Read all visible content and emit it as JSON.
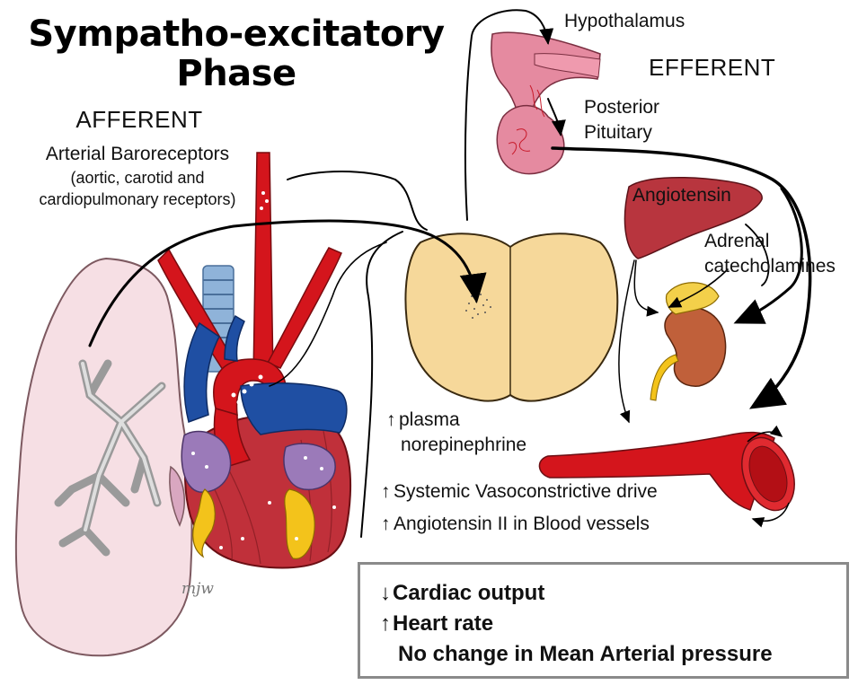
{
  "title": {
    "line1": "Sympatho-excitatory",
    "line2": "Phase"
  },
  "afferent": {
    "header": "AFFERENT",
    "receptors_title": "Arterial Baroreceptors",
    "receptors_detail_1": "(aortic, carotid and",
    "receptors_detail_2": "cardiopulmonary receptors)"
  },
  "efferent": {
    "header": "EFFERENT",
    "hypothalamus": "Hypothalamus",
    "posterior": "Posterior",
    "pituitary": "Pituitary",
    "angiotensin": "Angiotensin",
    "adrenal": "Adrenal",
    "catecholamines": "catecholamines"
  },
  "effects": {
    "plasma": "plasma",
    "norepinephrine": "norepinephrine",
    "vasoconstrictive": "Systemic Vasoconstrictive drive",
    "angiotensin_vessels": "Angiotensin II in Blood vessels"
  },
  "summary": {
    "cardiac_output": "Cardiac output",
    "heart_rate": "Heart rate",
    "map": "No change in Mean Arterial pressure"
  },
  "signature": "mjw",
  "symbols": {
    "up": "↑",
    "down": "↓"
  },
  "colors": {
    "aorta_red": "#d4151c",
    "vein_blue": "#1f4fa3",
    "spinal_cord": "#f6d89a",
    "lung_pink": "#f6dfe4",
    "liver": "#b8353e",
    "kidney": "#c0603a",
    "fat_yellow": "#f3c31b",
    "atrium_purple": "#9b7ab9",
    "trachea_blue": "#8fb3d9"
  }
}
